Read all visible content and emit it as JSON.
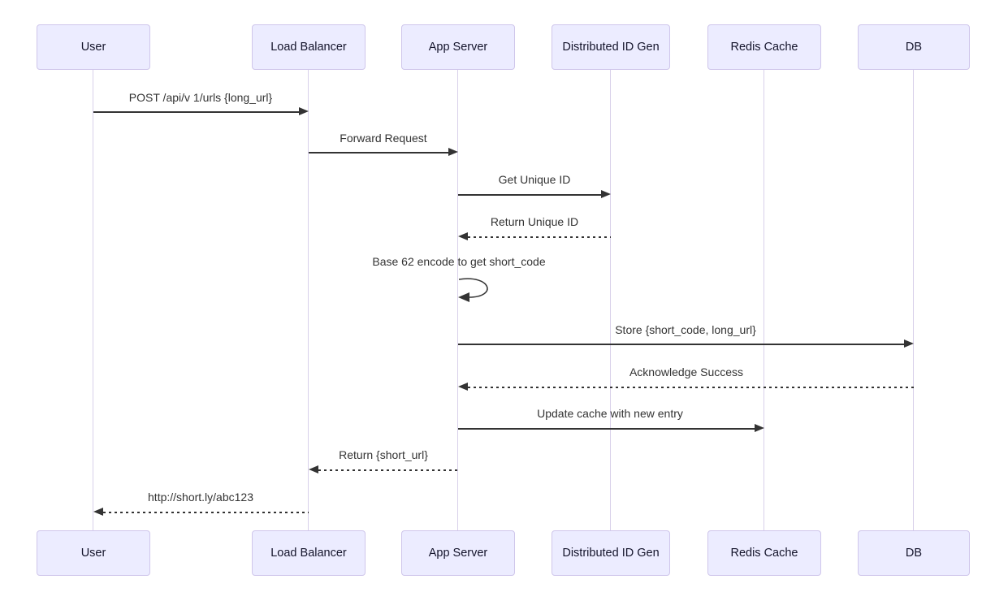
{
  "diagram": {
    "type": "sequence",
    "colors": {
      "actor_fill": "#ECECFF",
      "actor_border": "#CFC6EB",
      "lifeline": "#D8D0EA",
      "arrow": "#333333",
      "text": "#333333"
    },
    "actors": [
      {
        "name": "User"
      },
      {
        "name": "Load Balancer"
      },
      {
        "name": "App Server"
      },
      {
        "name": "Distributed ID Gen"
      },
      {
        "name": "Redis Cache"
      },
      {
        "name": "DB"
      }
    ],
    "messages": [
      {
        "from": "User",
        "to": "Load Balancer",
        "label": "POST /api/v 1/urls {long_url}",
        "style": "solid"
      },
      {
        "from": "Load Balancer",
        "to": "App Server",
        "label": "Forward Request",
        "style": "solid"
      },
      {
        "from": "App Server",
        "to": "Distributed ID Gen",
        "label": "Get Unique ID",
        "style": "solid"
      },
      {
        "from": "Distributed ID Gen",
        "to": "App Server",
        "label": "Return Unique ID",
        "style": "dashed"
      },
      {
        "from": "App Server",
        "to": "App Server",
        "label": "Base 62 encode to get short_code",
        "style": "self"
      },
      {
        "from": "App Server",
        "to": "DB",
        "label": "Store {short_code, long_url}",
        "style": "solid"
      },
      {
        "from": "DB",
        "to": "App Server",
        "label": "Acknowledge Success",
        "style": "dashed"
      },
      {
        "from": "App Server",
        "to": "Redis Cache",
        "label": "Update cache with new entry",
        "style": "solid"
      },
      {
        "from": "App Server",
        "to": "Load Balancer",
        "label": "Return {short_url}",
        "style": "dashed"
      },
      {
        "from": "Load Balancer",
        "to": "User",
        "label": "http://short.ly/abc123",
        "style": "dashed"
      }
    ]
  }
}
